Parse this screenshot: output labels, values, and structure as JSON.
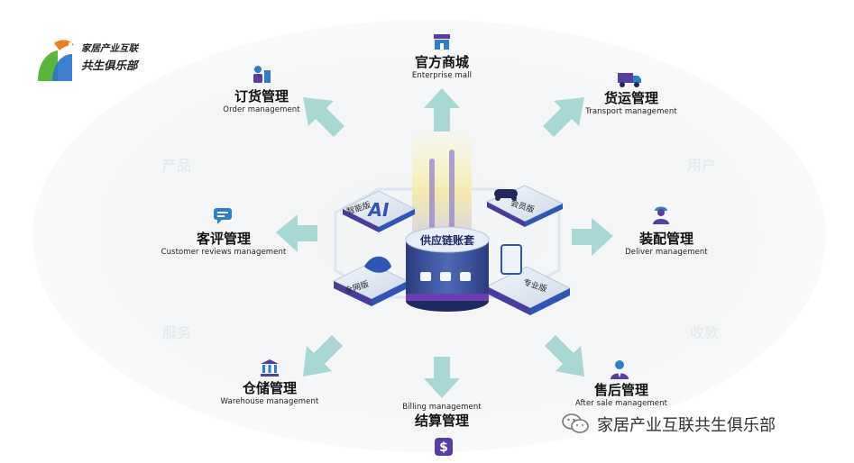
{
  "logo": {
    "line1": "家居产业互联",
    "line2": "共生俱乐部"
  },
  "center": {
    "title": "供应链账套",
    "editions": [
      {
        "label": "智能版"
      },
      {
        "label": "会员版"
      },
      {
        "label": "全网版"
      },
      {
        "label": "专业版"
      }
    ]
  },
  "nodes": [
    {
      "cn": "官方商城",
      "en": "Enterprise mall",
      "icon": "shop-icon"
    },
    {
      "cn": "订货管理",
      "en": "Order management",
      "icon": "order-person-icon"
    },
    {
      "cn": "货运管理",
      "en": "Transport management",
      "icon": "truck-icon"
    },
    {
      "cn": "客评管理",
      "en": "Customer reviews management",
      "icon": "chat-bubble-icon"
    },
    {
      "cn": "装配管理",
      "en": "Deliver management",
      "icon": "worker-icon"
    },
    {
      "cn": "仓储管理",
      "en": "Warehouse management",
      "icon": "warehouse-icon"
    },
    {
      "cn": "结算管理",
      "en": "Billing management",
      "icon": "money-bag-icon"
    },
    {
      "cn": "售后管理",
      "en": "After sale management",
      "icon": "service-person-icon"
    }
  ],
  "watermarks": [
    "产品",
    "用户",
    "服务",
    "收款"
  ],
  "footer": {
    "brand": "家居产业互联共生俱乐部",
    "icon": "wechat-icon"
  },
  "colors": {
    "arrow": "#a9d7d3",
    "accent_purple": "#5a3da0",
    "accent_blue": "#2f7ec9",
    "logo_green": "#5bb53a",
    "logo_blue": "#2a73c9",
    "logo_orange": "#ef7d22"
  }
}
